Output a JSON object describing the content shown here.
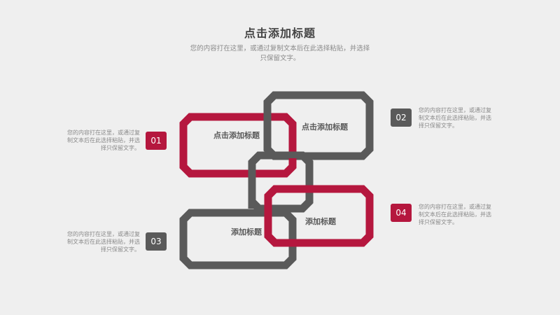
{
  "title": "点击添加标题",
  "subtitle": "您的内容打在这里，或通过复制文本后在此选择粘贴，并选择只保留文字。",
  "colors": {
    "red": "#b5173e",
    "gray": "#5a5a5a",
    "background": "#efefef"
  },
  "items": [
    {
      "num": "01",
      "color": "red",
      "desc": "您的内容打在这里，或通过复制文本后在此选择粘贴，并选择只保留文字。"
    },
    {
      "num": "02",
      "color": "gray",
      "desc": "您的内容打在这里，或通过复制文本后在此选择粘贴，并选择只保留文字。"
    },
    {
      "num": "03",
      "color": "gray",
      "desc": "您的内容打在这里，或通过复制文本后在此选择粘贴，并选择只保留文字。"
    },
    {
      "num": "04",
      "color": "red",
      "desc": "您的内容打在这里，或通过复制文本后在此选择粘贴，并选择只保留文字。"
    }
  ],
  "frames": [
    {
      "label": "点击添加标题",
      "color": "red"
    },
    {
      "label": "点击添加标题",
      "color": "gray"
    },
    {
      "label": "",
      "color": "gray"
    },
    {
      "label": "添加标题",
      "color": "red"
    },
    {
      "label": "添加标题",
      "color": "gray"
    }
  ]
}
